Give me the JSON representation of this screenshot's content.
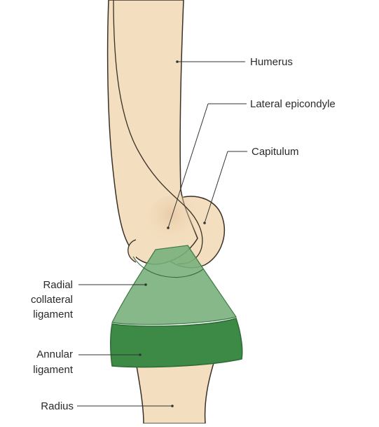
{
  "labels": {
    "humerus": "Humerus",
    "lateral_epicondyle": "Lateral epicondyle",
    "capitulum": "Capitulum",
    "radial_collateral_ligament": [
      "Radial",
      "collateral",
      "ligament"
    ],
    "annular_ligament": [
      "Annular",
      "ligament"
    ],
    "radius": "Radius"
  },
  "colors": {
    "bone_fill": "#f3dfbf",
    "bone_outline": "#3a3026",
    "ligament_fill": "#79b07c",
    "annular_fill": "#3d8a47",
    "leader_line": "#333333"
  }
}
